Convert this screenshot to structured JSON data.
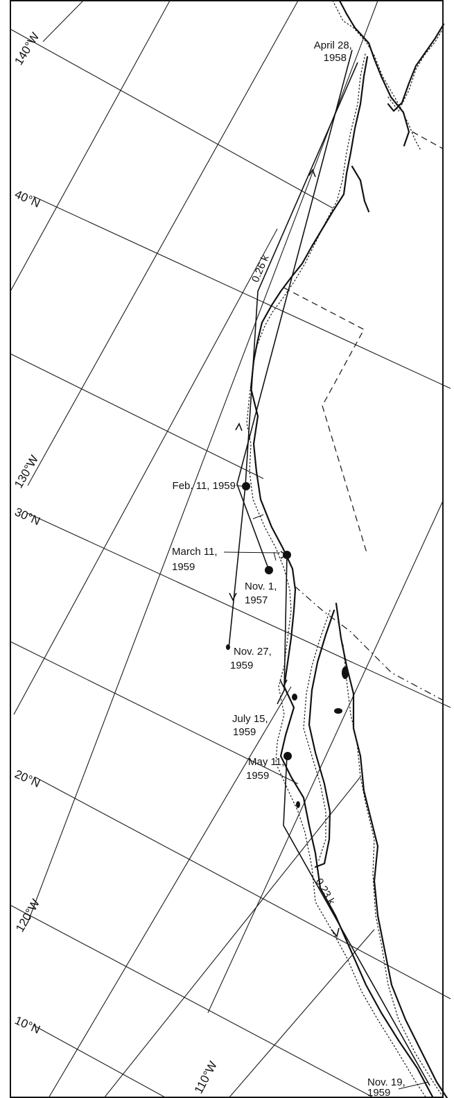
{
  "map": {
    "grid_labels": {
      "lon_140": "140°W",
      "lat_40": "40°N",
      "lon_130": "130°W",
      "lat_30": "30°N",
      "lat_20": "20°N",
      "lon_120": "120°W",
      "lat_10": "10°N",
      "lon_110": "110°W"
    },
    "speed_labels": {
      "north": "0.26 k",
      "south": "0.23 k"
    },
    "positions": {
      "apr28": [
        "April 28,",
        "1958"
      ],
      "feb11": [
        "Feb. 11, 1959"
      ],
      "mar11": [
        "March 11,",
        "1959"
      ],
      "nov1": [
        "Nov. 1,",
        "1957"
      ],
      "nov27": [
        "Nov. 27,",
        "1959"
      ],
      "jul15": [
        "July 15,",
        "1959"
      ],
      "may11": [
        "May 11,",
        "1959"
      ],
      "nov19": [
        "Nov. 19,",
        "1959"
      ]
    }
  }
}
